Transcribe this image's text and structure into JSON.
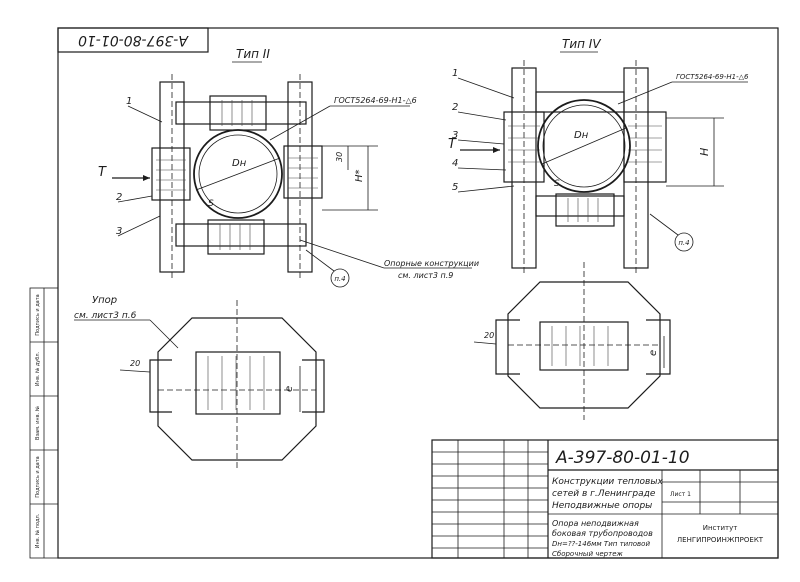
{
  "sheet": {
    "code_top": "А-397-80-01-10",
    "code_main": "А-397-80-01-10"
  },
  "views": {
    "type2": "Тип II",
    "type4": "Тип IV"
  },
  "labels": {
    "gost": "ГОСТ5264-69-Н1-△6",
    "dn": "Dн",
    "s": "S",
    "h_star": "H*",
    "h": "H",
    "dim30": "30",
    "arrow_t": "T",
    "n4": "п.4",
    "e": "е",
    "dim20": "20",
    "num1": "1",
    "num2": "2",
    "num3": "3",
    "num4": "4",
    "num5": "5",
    "support_line1": "Опорные конструкции",
    "support_line2": "см. лист3 п.9",
    "stop_line1": "Упор",
    "stop_line2": "см. лист3 п.6"
  },
  "title_block": {
    "title_line1": "Конструкции тепловых",
    "title_line2": "сетей в г.Ленинграде",
    "title_line3": "Неподвижные опоры",
    "desc_line1": "Опора неподвижная",
    "desc_line2": "боковая трубопроводов",
    "desc_line3": "Dн=??-146мм Тип типовой",
    "desc_line4": "Сборочный чертеж",
    "org_line1": "Институт",
    "org_line2": "ЛЕНГИПРОИНЖПРОЕКТ",
    "sheet_label": "Лист 1"
  },
  "side_stamp": {
    "row1": "Подпись и дата",
    "row2": "Инв. № дубл.",
    "row3": "Взам. инв. №",
    "row4": "Подпись и дата",
    "row5": "Инв. № подл."
  }
}
